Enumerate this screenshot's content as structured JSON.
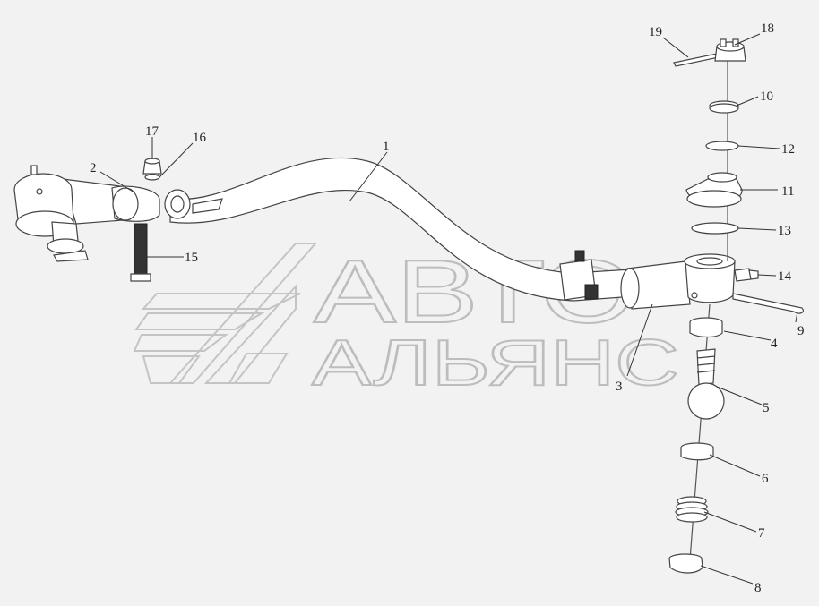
{
  "watermark": {
    "line1": "АВТО",
    "line2": "АЛЬЯНС"
  },
  "callouts": [
    {
      "id": "1",
      "label": "1"
    },
    {
      "id": "2",
      "label": "2"
    },
    {
      "id": "3",
      "label": "3"
    },
    {
      "id": "4",
      "label": "4"
    },
    {
      "id": "5",
      "label": "5"
    },
    {
      "id": "6",
      "label": "6"
    },
    {
      "id": "7",
      "label": "7"
    },
    {
      "id": "8",
      "label": "8"
    },
    {
      "id": "9",
      "label": "9"
    },
    {
      "id": "10",
      "label": "10"
    },
    {
      "id": "11",
      "label": "11"
    },
    {
      "id": "12",
      "label": "12"
    },
    {
      "id": "13",
      "label": "13"
    },
    {
      "id": "14",
      "label": "14"
    },
    {
      "id": "15",
      "label": "15"
    },
    {
      "id": "16",
      "label": "16"
    },
    {
      "id": "17",
      "label": "17"
    },
    {
      "id": "18",
      "label": "18"
    },
    {
      "id": "19",
      "label": "19"
    }
  ]
}
